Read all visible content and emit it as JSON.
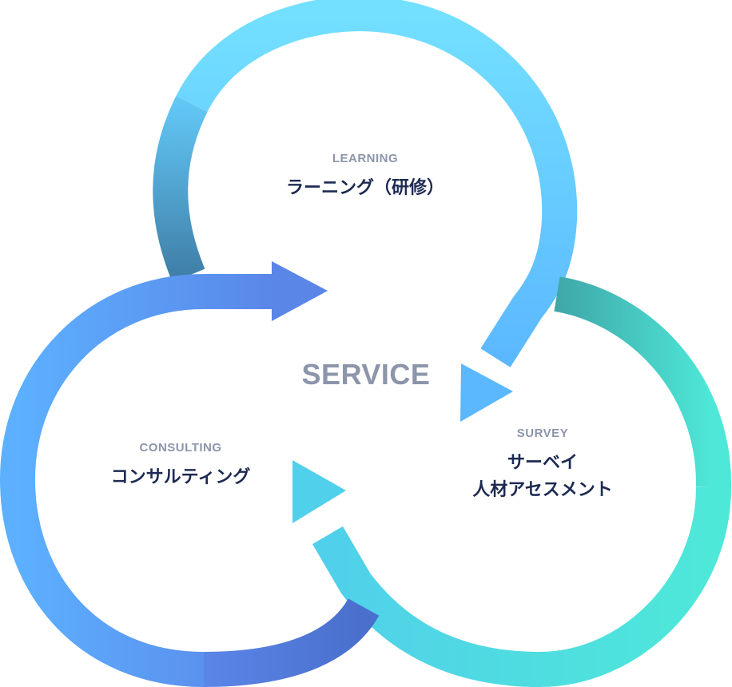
{
  "center_label": "SERVICE",
  "nodes": {
    "learning": {
      "en": "LEARNING",
      "jp": "ラーニング（研修）"
    },
    "consulting": {
      "en": "CONSULTING",
      "jp": "コンサルティング"
    },
    "survey": {
      "en": "SURVEY",
      "jp_line1": "サーベイ",
      "jp_line2": "人材アセスメント"
    }
  },
  "colors": {
    "learning_top": "#73e0ff",
    "learning_bottom": "#5bb8ff",
    "learning_shadow": "#3f7fa8",
    "consulting_left": "#5cb0ff",
    "consulting_right": "#5a86e8",
    "survey_left": "#50d0ea",
    "survey_right": "#4ee8d8",
    "survey_shadow": "#3fa7a8",
    "text_en": "#8c95aa",
    "text_jp": "#1d2a52"
  }
}
